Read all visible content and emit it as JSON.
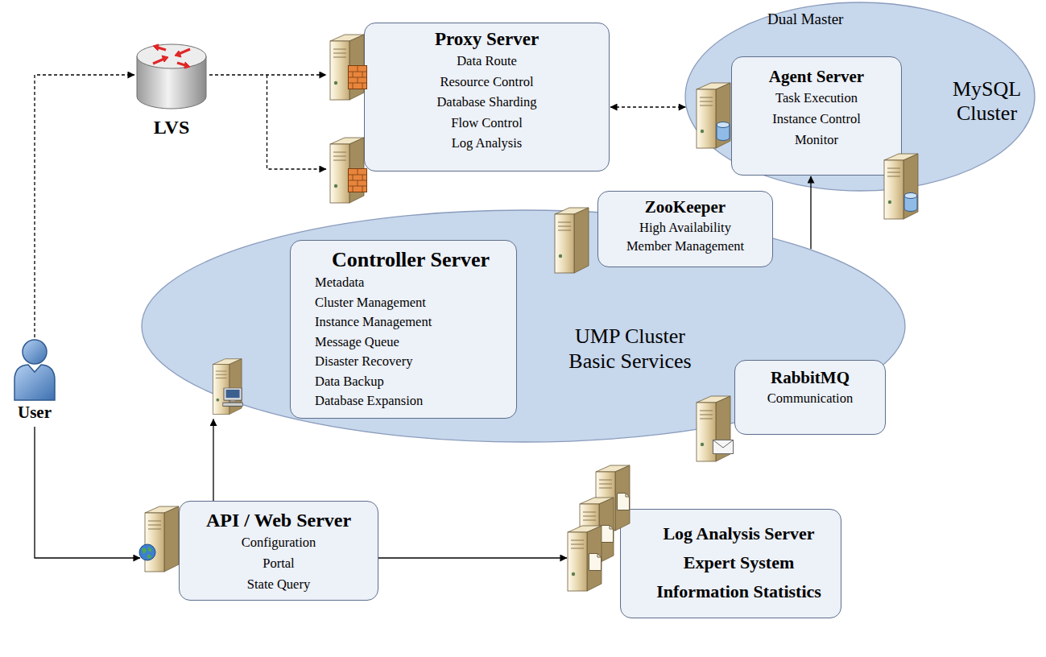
{
  "diagram": {
    "nodes": [
      {
        "text": [
          "LVS"
        ]
      },
      {
        "text": [
          "Proxy Server",
          "Data Route",
          "Resource Control",
          "Database Sharding",
          "Flow Control",
          "Log Analysis"
        ]
      },
      {
        "text": [
          "Dual Master",
          "MySQL Cluster"
        ]
      },
      {
        "text": [
          "Agent Server",
          "Task Execution",
          "Instance Control",
          "Monitor"
        ],
        "in": 2
      },
      {
        "text": [
          "UMP Cluster Basic Services"
        ]
      },
      {
        "text": [
          "Controller Server",
          "Metadata",
          "Cluster Management",
          "Instance Management",
          "Message Queue",
          "Disaster Recovery",
          "Data Backup",
          "Database Expansion"
        ],
        "in": 4
      },
      {
        "text": [
          "ZooKeeper",
          "High Availability",
          "Member Management"
        ],
        "in": 4
      },
      {
        "text": [
          "RabbitMQ",
          "Communication"
        ],
        "in": 4
      },
      {
        "text": [
          "User"
        ]
      },
      {
        "text": [
          "API / Web Server",
          "Configuration",
          "Portal",
          "State Query"
        ]
      },
      {
        "text": [
          "Log Analysis Server",
          "Expert System",
          "Information Statistics"
        ]
      }
    ],
    "edges": [
      {
        "from": 8,
        "to": 0,
        "arrow": "to"
      },
      {
        "from": 0,
        "to": 1,
        "arrow": "to"
      },
      {
        "from": 1,
        "to": 2,
        "arrow": "both"
      },
      {
        "from": 8,
        "to": 9,
        "arrow": "to"
      },
      {
        "from": 9,
        "to": 5,
        "arrow": "to"
      },
      {
        "from": 9,
        "to": 10,
        "arrow": "to"
      },
      {
        "from": 4,
        "to": 3,
        "arrow": "to"
      }
    ]
  }
}
